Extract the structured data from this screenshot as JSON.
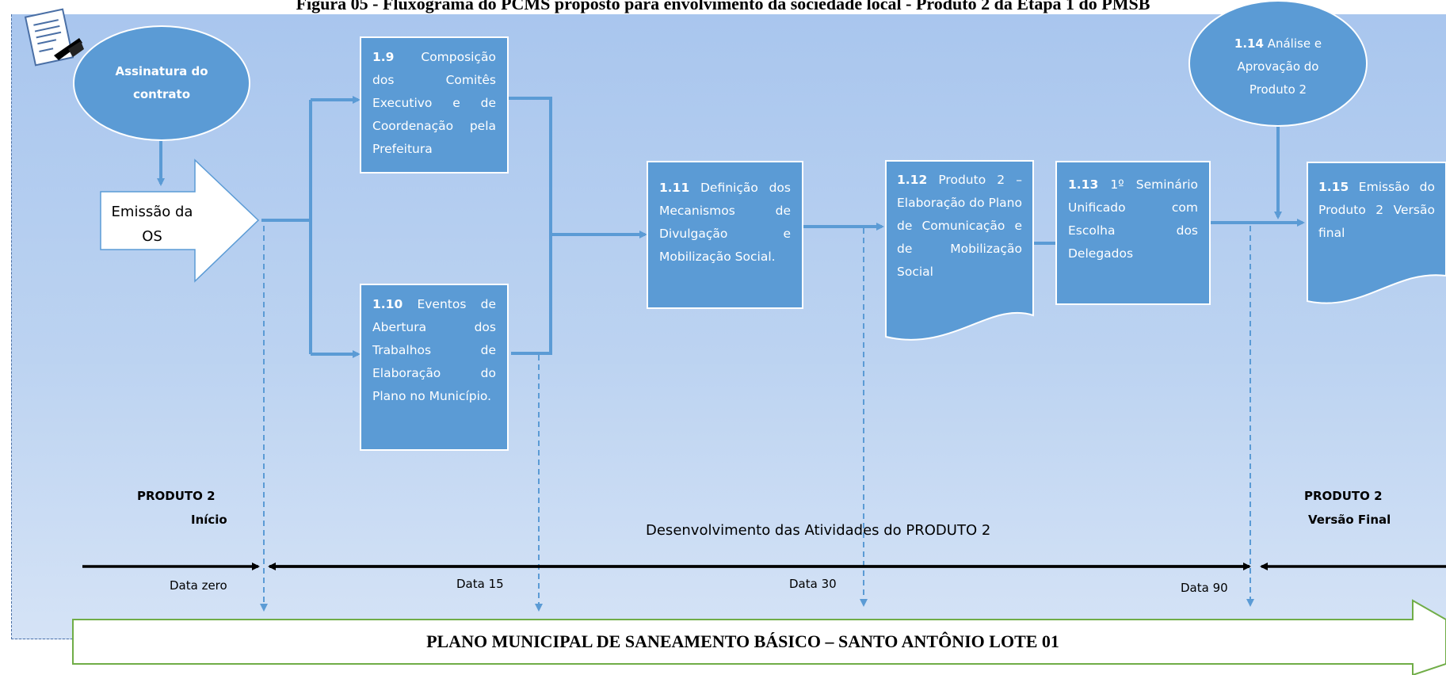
{
  "figure": {
    "title": "Figura 05 - Fluxograma do PCMS proposto para envolvimento da sociedade local - Produto 2 da Etapa 1 do PMSB"
  },
  "nodes": {
    "contract": "Assinatura do contrato",
    "os": "Emissão da OS",
    "n19": {
      "num": "1.9",
      "text": "Composição dos Comitês Executivo e de Coordenação pela Prefeitura"
    },
    "n110": {
      "num": "1.10",
      "text": "Eventos de Abertura dos Trabalhos de Elaboração do Plano no Município."
    },
    "n111": {
      "num": "1.11",
      "text": "Definição dos Mecanismos de Divulgação e Mobilização Social."
    },
    "n112": {
      "num": "1.12",
      "text": "Produto 2 – Elaboração do Plano de Comunicação e de Mobilização Social"
    },
    "n113": {
      "num": "1.13",
      "text": "1º Seminário Unificado com Escolha dos Delegados"
    },
    "n114": {
      "num": "1.14",
      "text": "Análise e Aprovação do Produto 2"
    },
    "n115": {
      "num": "1.15",
      "text": "Emissão do Produto 2 Versão final"
    }
  },
  "timeline": {
    "start_title": "PRODUTO 2",
    "start_sub": "Início",
    "middle": "Desenvolvimento das Atividades do PRODUTO 2",
    "end_title": "PRODUTO 2",
    "end_sub": "Versão Final",
    "dates": [
      "Data zero",
      "Data 15",
      "Data 30",
      "Data 90"
    ]
  },
  "banner": "PLANO MUNICIPAL DE SANEAMENTO BÁSICO – SANTO ANTÔNIO LOTE 01",
  "colors": {
    "node_fill": "#5b9bd5",
    "panel": "#bcd3f1",
    "banner_border": "#70ad47"
  },
  "icons": {
    "contract": "document-signing-icon"
  }
}
